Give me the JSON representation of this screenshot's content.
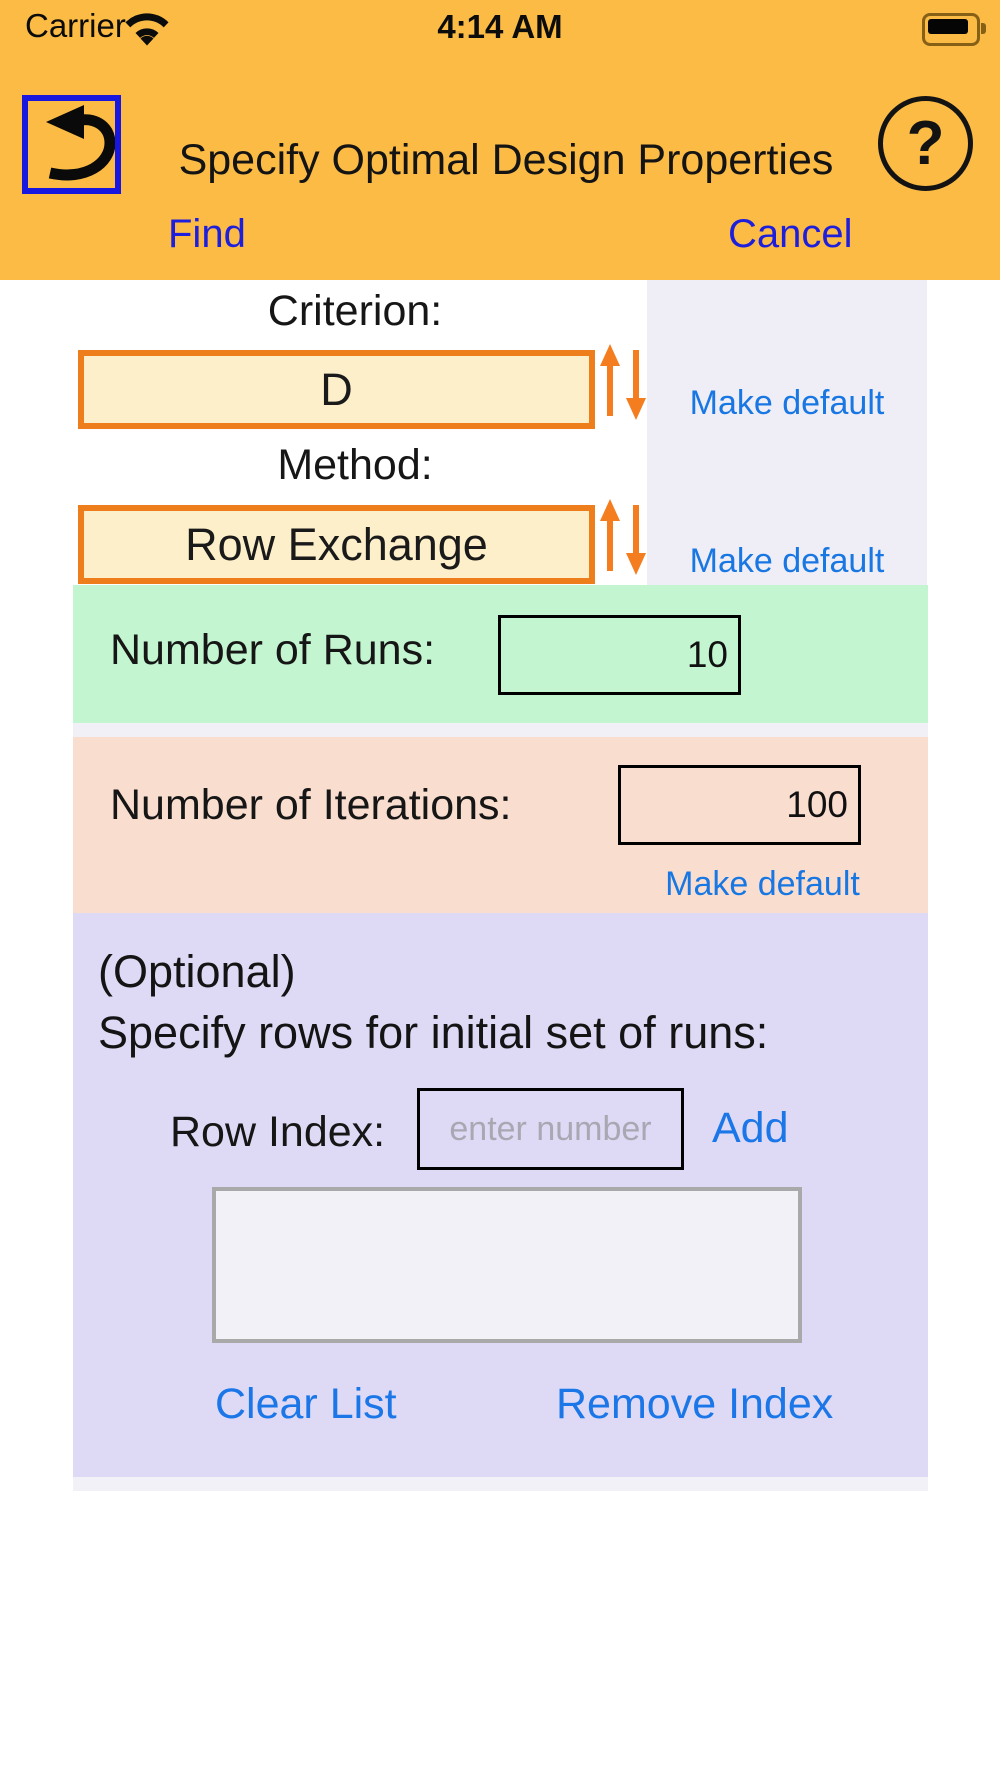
{
  "status_bar": {
    "carrier": "Carrier",
    "time": "4:14 AM",
    "wifi_icon": "wifi-icon",
    "battery_icon": "battery-full-icon"
  },
  "header": {
    "title": "Specify Optimal Design Properties",
    "back_icon": "curved-back-arrow-icon",
    "help_label": "?",
    "find_label": "Find",
    "cancel_label": "Cancel"
  },
  "pickers": {
    "criterion_label": "Criterion:",
    "criterion_value": "D",
    "method_label": "Method:",
    "method_value": "Row Exchange",
    "updown_icon": "sort-up-down-arrows-icon",
    "make_default_label": "Make default"
  },
  "runs": {
    "label": "Number of Runs:",
    "value": "10"
  },
  "iterations": {
    "label": "Number of Iterations:",
    "value": "100",
    "make_default_label": "Make default"
  },
  "optional_section": {
    "optional_label": "(Optional)",
    "instruction": "Specify rows for initial set of runs:",
    "row_index_label": "Row Index:",
    "row_index_placeholder": "enter number",
    "add_label": "Add",
    "clear_list_label": "Clear List",
    "remove_index_label": "Remove Index"
  },
  "colors": {
    "header_orange": "#FBBB44",
    "nav_blue": "#1E1EDD",
    "link_blue": "#1877E2",
    "picker_fill": "#FCEFC9",
    "picker_border": "#EE7D1C",
    "arrow_orange": "#F47D20",
    "runs_green": "#C3F6D0",
    "iterations_peach": "#F9DECF",
    "optional_lavender": "#DEDAF6",
    "side_panel_gray": "#EFEEF6",
    "listbox_fill": "#F2F1F8",
    "listbox_border": "#A9A9A9"
  }
}
